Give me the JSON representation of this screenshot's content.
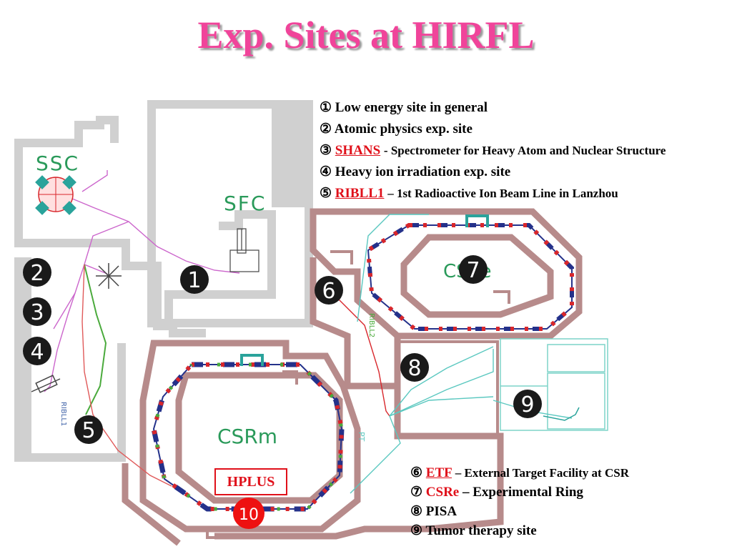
{
  "title": "Exp. Sites at HIRFL",
  "labels": {
    "ssc": "SSC",
    "sfc": "SFC",
    "csre": "CSRe",
    "csrm": "CSRm",
    "ribll1": "RIBLL1",
    "ribll2": "RIBLL2",
    "pt": "PT",
    "hplus": "HPLUS"
  },
  "markers": [
    "1",
    "2",
    "3",
    "4",
    "5",
    "6",
    "7",
    "8",
    "9",
    "10"
  ],
  "legend_top": [
    {
      "num": "①",
      "text": "Low energy site in general"
    },
    {
      "num": "②",
      "text": "Atomic physics exp. site"
    },
    {
      "num": "③",
      "name": "SHANS",
      "text": "- Spectrometer for Heavy Atom and Nuclear Structure"
    },
    {
      "num": "④",
      "text": "Heavy ion irradiation exp. site"
    },
    {
      "num": "⑤",
      "name": "RIBLL1",
      "text": "– 1st Radioactive Ion Beam Line in Lanzhou"
    }
  ],
  "legend_bottom": [
    {
      "num": "⑥",
      "name": "ETF",
      "text": "– External Target Facility at CSR"
    },
    {
      "num": "⑦",
      "name": "CSRe",
      "text": "– Experimental Ring"
    },
    {
      "num": "⑧",
      "text": "PISA"
    },
    {
      "num": "⑨",
      "text": "Tumor therapy site"
    }
  ],
  "colors": {
    "title": "#f0449a",
    "building_outline": "#b78b8b",
    "building_gray": "#d0d0d0",
    "magnet_blue": "#24318a",
    "magnet_red": "#d8262b",
    "beamline_green": "#4aaa3c",
    "beamline_cyan": "#5bc8c0",
    "ssc_magenta": "#cc66cc",
    "label_green": "#2a9a5a",
    "marker_red": "#ee1111"
  }
}
